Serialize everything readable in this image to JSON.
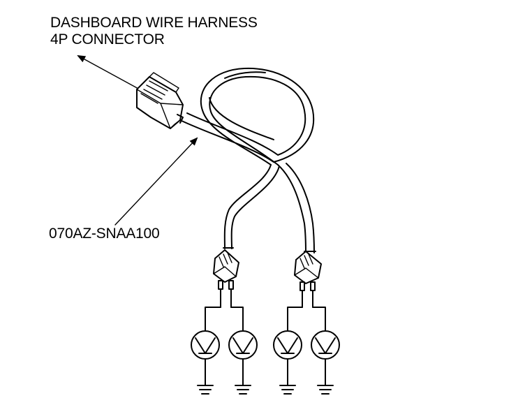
{
  "labels": {
    "connector_line1": "DASHBOARD WIRE HARNESS",
    "connector_line2": "4P CONNECTOR",
    "part_number": "070AZ-SNAA100"
  },
  "colors": {
    "line": "#000000",
    "background": "#ffffff"
  },
  "components": {
    "connector_icon": "4p-connector-icon",
    "harness_icon": "looped-harness-icon",
    "split_connector_icon": "two-pin-connector-icon",
    "bulb_icon": "test-lamp-icon",
    "ground_icon": "ground-symbol-icon"
  }
}
